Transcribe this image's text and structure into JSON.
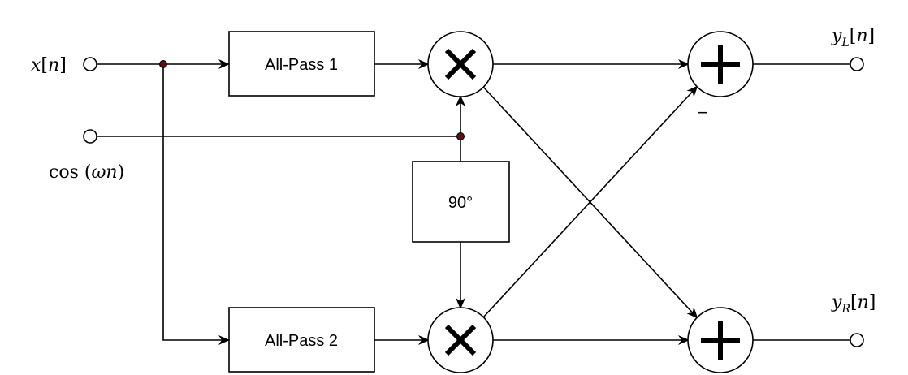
{
  "inputs": {
    "signal": {
      "var": "x",
      "index": "n"
    },
    "carrier": {
      "func": "cos",
      "arg_var": "ω",
      "arg_index": "n"
    }
  },
  "blocks": {
    "allpass1": "All-Pass 1",
    "allpass2": "All-Pass 2",
    "phase_shift": "90°"
  },
  "outputs": {
    "left": {
      "var": "y",
      "sub": "L",
      "index": "n"
    },
    "right": {
      "var": "y",
      "sub": "R",
      "index": "n"
    }
  },
  "annotations": {
    "negative_input": "−"
  }
}
